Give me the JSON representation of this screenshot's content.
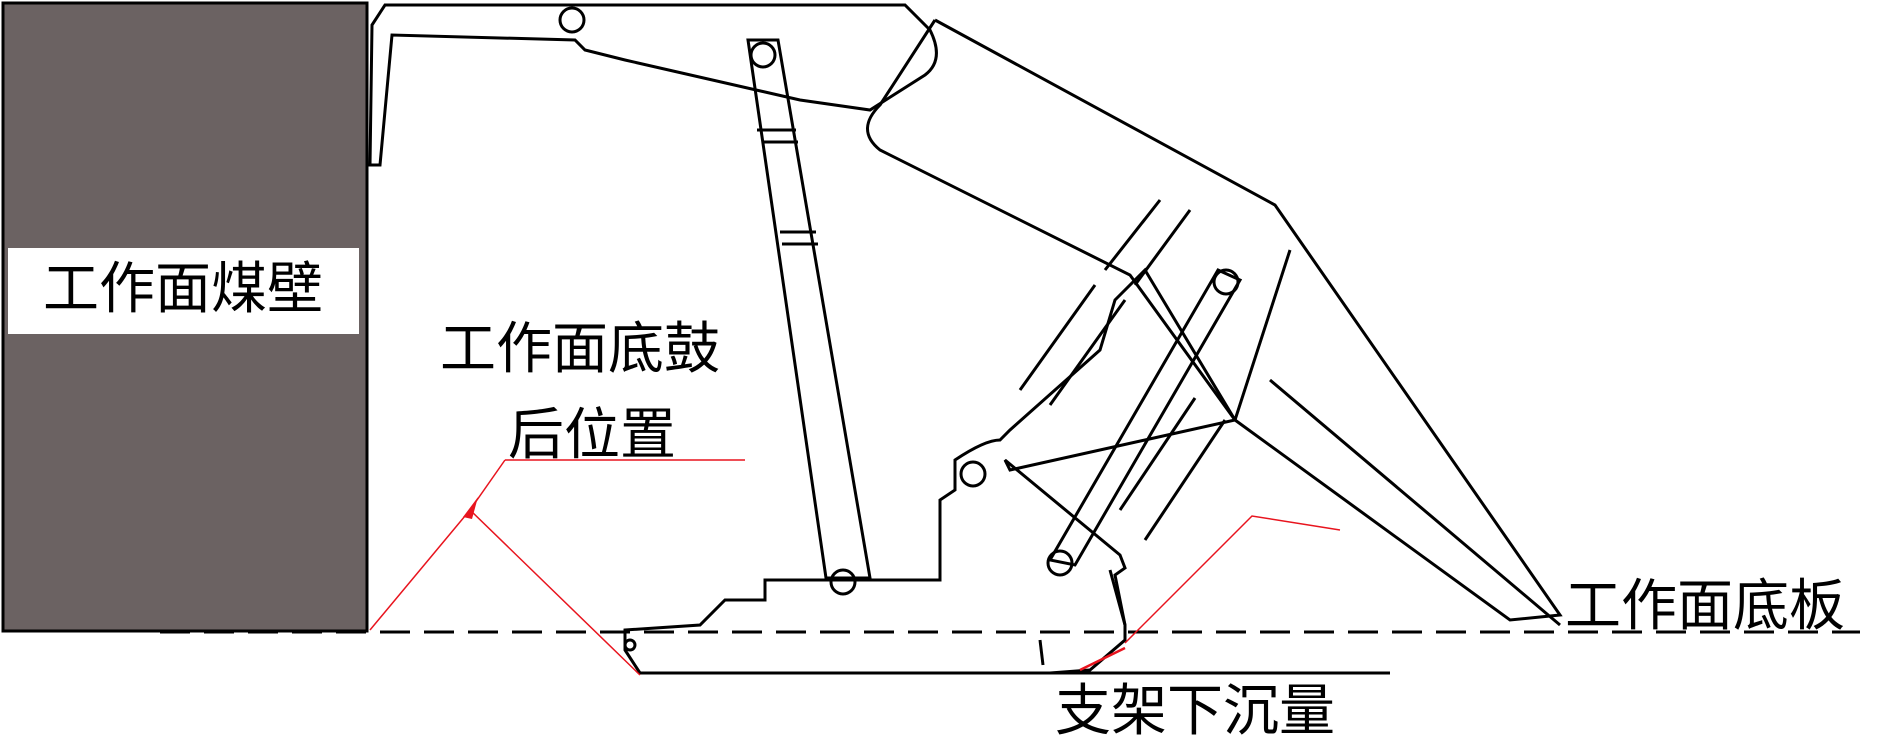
{
  "labels": {
    "coal_wall": "工作面煤壁",
    "floor_heave_line1": "工作面底鼓",
    "floor_heave_line2": "后位置",
    "working_floor": "工作面底板",
    "support_sinkage": "支架下沉量"
  },
  "colors": {
    "coal_wall_fill": "#6b6262",
    "line": "#000000",
    "annotation_line": "#e8141e",
    "background": "#ffffff"
  }
}
